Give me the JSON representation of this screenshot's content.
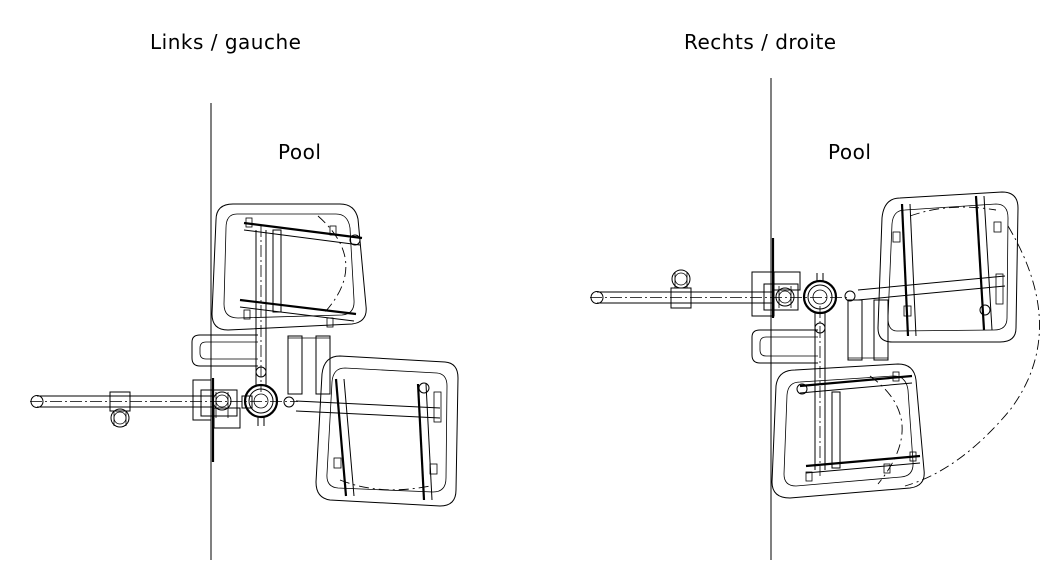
{
  "labels": {
    "left_title": "Links / gauche",
    "right_title": "Rechts / droite",
    "left_pool": "Pool",
    "right_pool": "Pool"
  }
}
